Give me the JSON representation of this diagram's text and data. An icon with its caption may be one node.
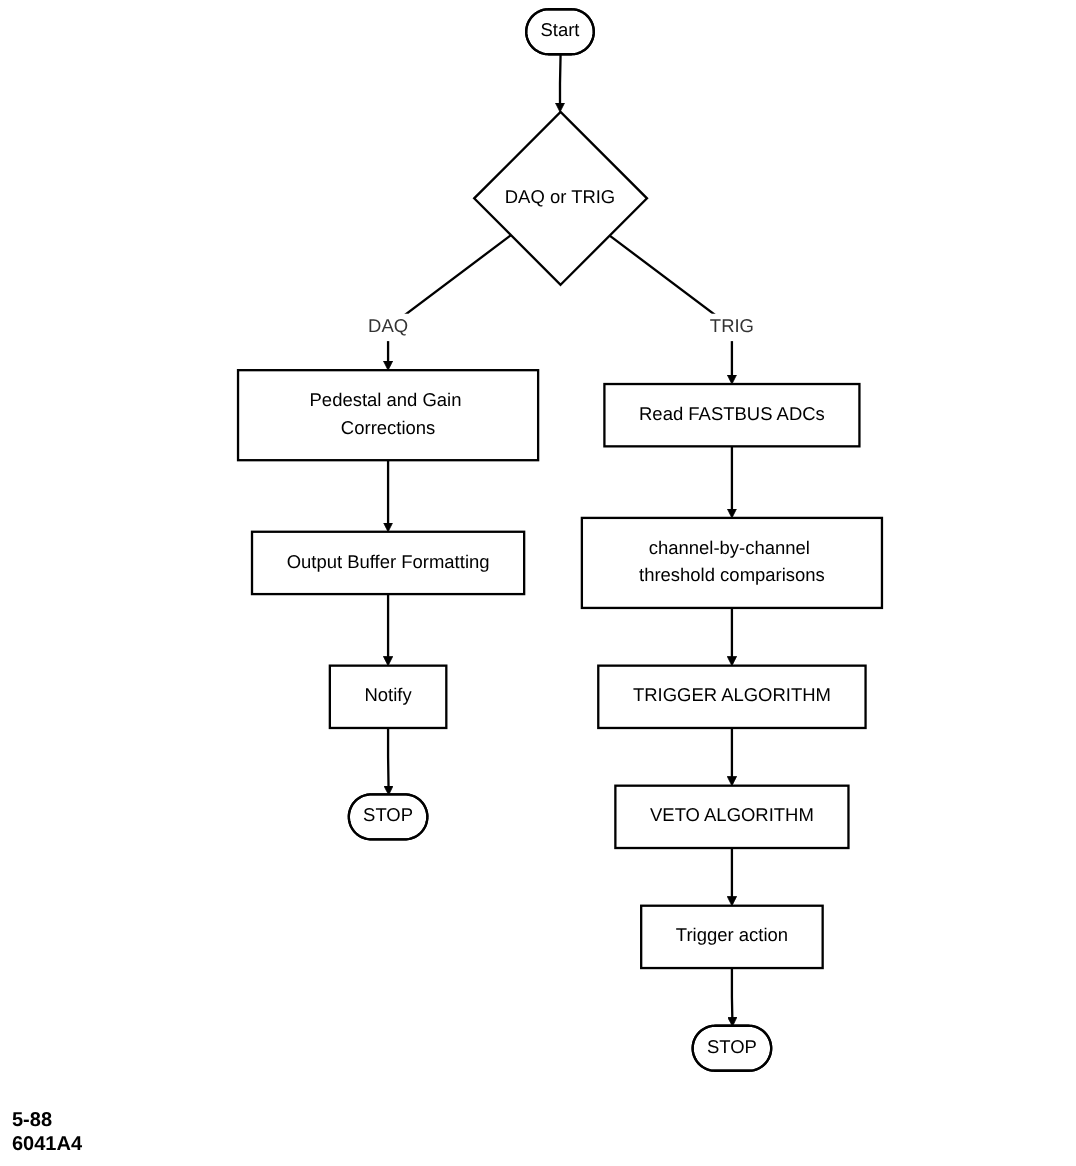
{
  "diagram": {
    "nodes": [
      {
        "text": [
          "Start"
        ]
      },
      {
        "text": [
          "DAQ or TRIG"
        ]
      },
      {
        "text": [
          "Pedestal and Gain Corrections"
        ]
      },
      {
        "text": [
          "Read FASTBUS ADCs"
        ]
      },
      {
        "text": [
          "Output Buffer Formatting"
        ]
      },
      {
        "text": [
          "channel-by-channel threshold comparisons"
        ]
      },
      {
        "text": [
          "Notify"
        ]
      },
      {
        "text": [
          "TRIGGER ALGORITHM"
        ]
      },
      {
        "text": [
          "STOP"
        ]
      },
      {
        "text": [
          "VETO ALGORITHM"
        ]
      },
      {
        "text": [
          "Trigger action"
        ]
      },
      {
        "text": [
          "STOP"
        ]
      }
    ],
    "edges": [
      {
        "from": 0,
        "to": 1,
        "arrow": "to"
      },
      {
        "from": 1,
        "to": 2,
        "arrow": "to",
        "label": "DAQ"
      },
      {
        "from": 1,
        "to": 3,
        "arrow": "to",
        "label": "TRIG"
      },
      {
        "from": 2,
        "to": 4,
        "arrow": "to"
      },
      {
        "from": 4,
        "to": 6,
        "arrow": "to"
      },
      {
        "from": 6,
        "to": 8,
        "arrow": "to"
      },
      {
        "from": 3,
        "to": 5,
        "arrow": "to"
      },
      {
        "from": 5,
        "to": 7,
        "arrow": "to"
      },
      {
        "from": 7,
        "to": 9,
        "arrow": "to"
      },
      {
        "from": 9,
        "to": 10,
        "arrow": "to"
      },
      {
        "from": 10,
        "to": 11,
        "arrow": "to"
      }
    ],
    "labels": [
      "5-88",
      "6041A4"
    ]
  }
}
